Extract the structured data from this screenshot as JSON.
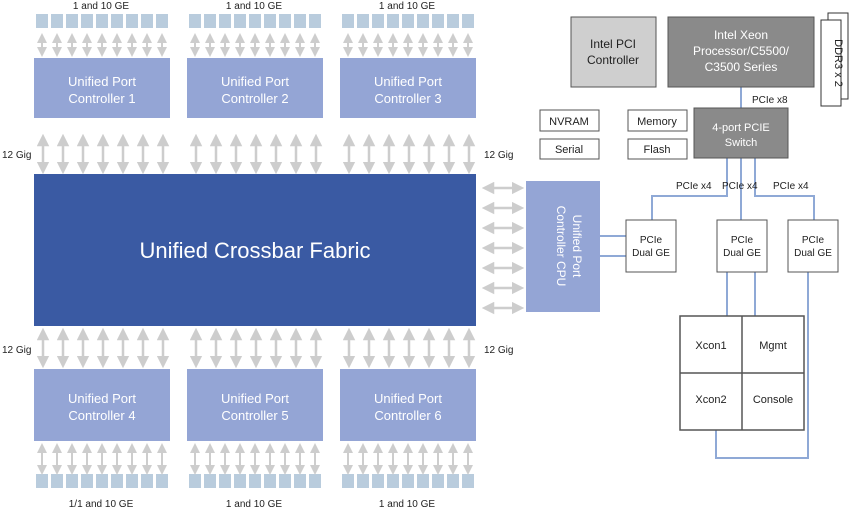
{
  "upc_labels": [
    [
      "Unified Port",
      "Controller 1"
    ],
    [
      "Unified Port",
      "Controller 2"
    ],
    [
      "Unified Port",
      "Controller 3"
    ],
    [
      "Unified Port",
      "Controller 4"
    ],
    [
      "Unified Port",
      "Controller 5"
    ],
    [
      "Unified Port",
      "Controller 6"
    ]
  ],
  "port_labels_top": [
    "1 and 10 GE",
    "1 and 10 GE",
    "1 and 10 GE"
  ],
  "port_labels_bottom": [
    "1/1 and 10 GE",
    "1 and 10 GE",
    "1 and 10 GE"
  ],
  "gig_label": "12 Gig",
  "crossbar_label": "Unified Crossbar Fabric",
  "cpu_upc_label": [
    "Unified Port",
    "Controller CPU"
  ],
  "pci_controller": [
    "Intel PCI",
    "Controller"
  ],
  "xeon": [
    "Intel Xeon",
    "Processor/C5500/",
    "C3500 Series"
  ],
  "ddr_label": "DDR3 x 2",
  "small_boxes": [
    "NVRAM",
    "Memory",
    "Serial",
    "Flash"
  ],
  "switch_label": [
    "4-port PCIE",
    "Switch"
  ],
  "pcie_x8": "PCIe x8",
  "pcie_x4": "PCIe x4",
  "dual_ge": [
    "PCIe",
    "Dual GE"
  ],
  "ports_grid": [
    "Xcon1",
    "Mgmt",
    "Xcon2",
    "Console"
  ],
  "colors": {
    "upc": "#94a5d5",
    "crossbar": "#3a5aa3",
    "port": "#b9ccdd",
    "arrow": "#cdcdcd",
    "gray_box": "#cfcfcf",
    "dark_gray": "#8a8a8a",
    "line": "#8fa9d6"
  }
}
